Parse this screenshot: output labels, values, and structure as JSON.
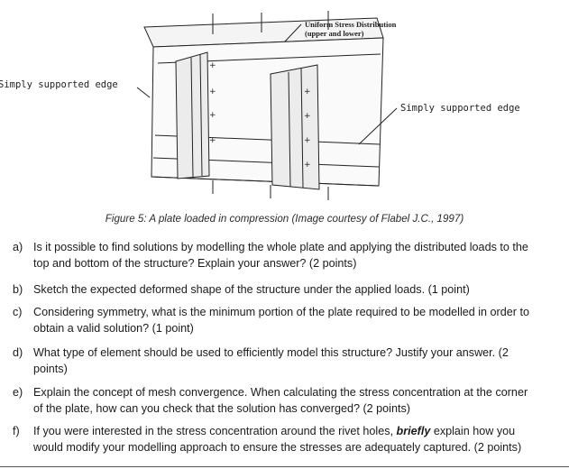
{
  "figure": {
    "label_uniform_line1": "Uniform Stress Distribution",
    "label_uniform_line2": "(upper and lower)",
    "label_left_edge": "Simply supported edge",
    "label_right_edge": "Simply supported edge"
  },
  "caption": "Figure 5: A plate loaded in compression (Image courtesy of Flabel J.C., 1997)",
  "questions": [
    {
      "label": "a)",
      "text": "Is it possible to find solutions by modelling the whole plate and applying the distributed loads to the top and bottom of the structure? Explain your answer? (2 points)"
    },
    {
      "label": "b)",
      "text": "Sketch the expected deformed shape of the structure under the applied loads. (1 point)"
    },
    {
      "label": "c)",
      "text": "Considering symmetry, what is the minimum portion of the plate required to be modelled in order to obtain a valid solution? (1 point)"
    },
    {
      "label": "d)",
      "text": "What type of element should be used to efficiently model this structure? Justify your answer. (2 points)"
    },
    {
      "label": "e)",
      "text": "Explain the concept of mesh convergence. When calculating the stress concentration at the corner of the plate, how can you check that the solution has converged? (2 points)"
    },
    {
      "label": "f)",
      "text_before": "If you were interested in the stress concentration around the rivet holes,",
      "emphasis": "briefly",
      "text_after": "explain how you would modify your modelling approach to ensure the stresses are adequately captured. (2 points)"
    }
  ]
}
